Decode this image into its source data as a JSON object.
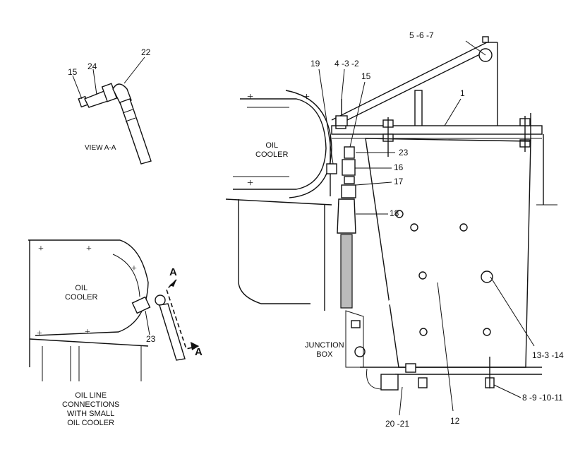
{
  "labels": {
    "p5_6_7": "5 -6 -7",
    "p1": "1",
    "p19": "19",
    "p4_3_2": "4 -3 -2",
    "p15_main": "15",
    "p23_main": "23",
    "p16": "16",
    "p17": "17",
    "p18": "18",
    "p12": "12",
    "p13_3_14": "13-3 -14",
    "p8_9_10_11": "8 -9 -10-11",
    "p20_21": "20 -21",
    "p15_view": "15",
    "p24": "24",
    "p22": "22",
    "p23_small": "23",
    "a_top": "A",
    "a_bottom": "A"
  },
  "text": {
    "oil_cooler_main": "OIL\nCOOLER",
    "view_aa": "VIEW A-A",
    "oil_cooler_small": "OIL\nCOOLER",
    "junction_box": "JUNCTION\nBOX",
    "caption": "OIL LINE\nCONNECTIONS\nWITH SMALL\nOIL COOLER"
  }
}
